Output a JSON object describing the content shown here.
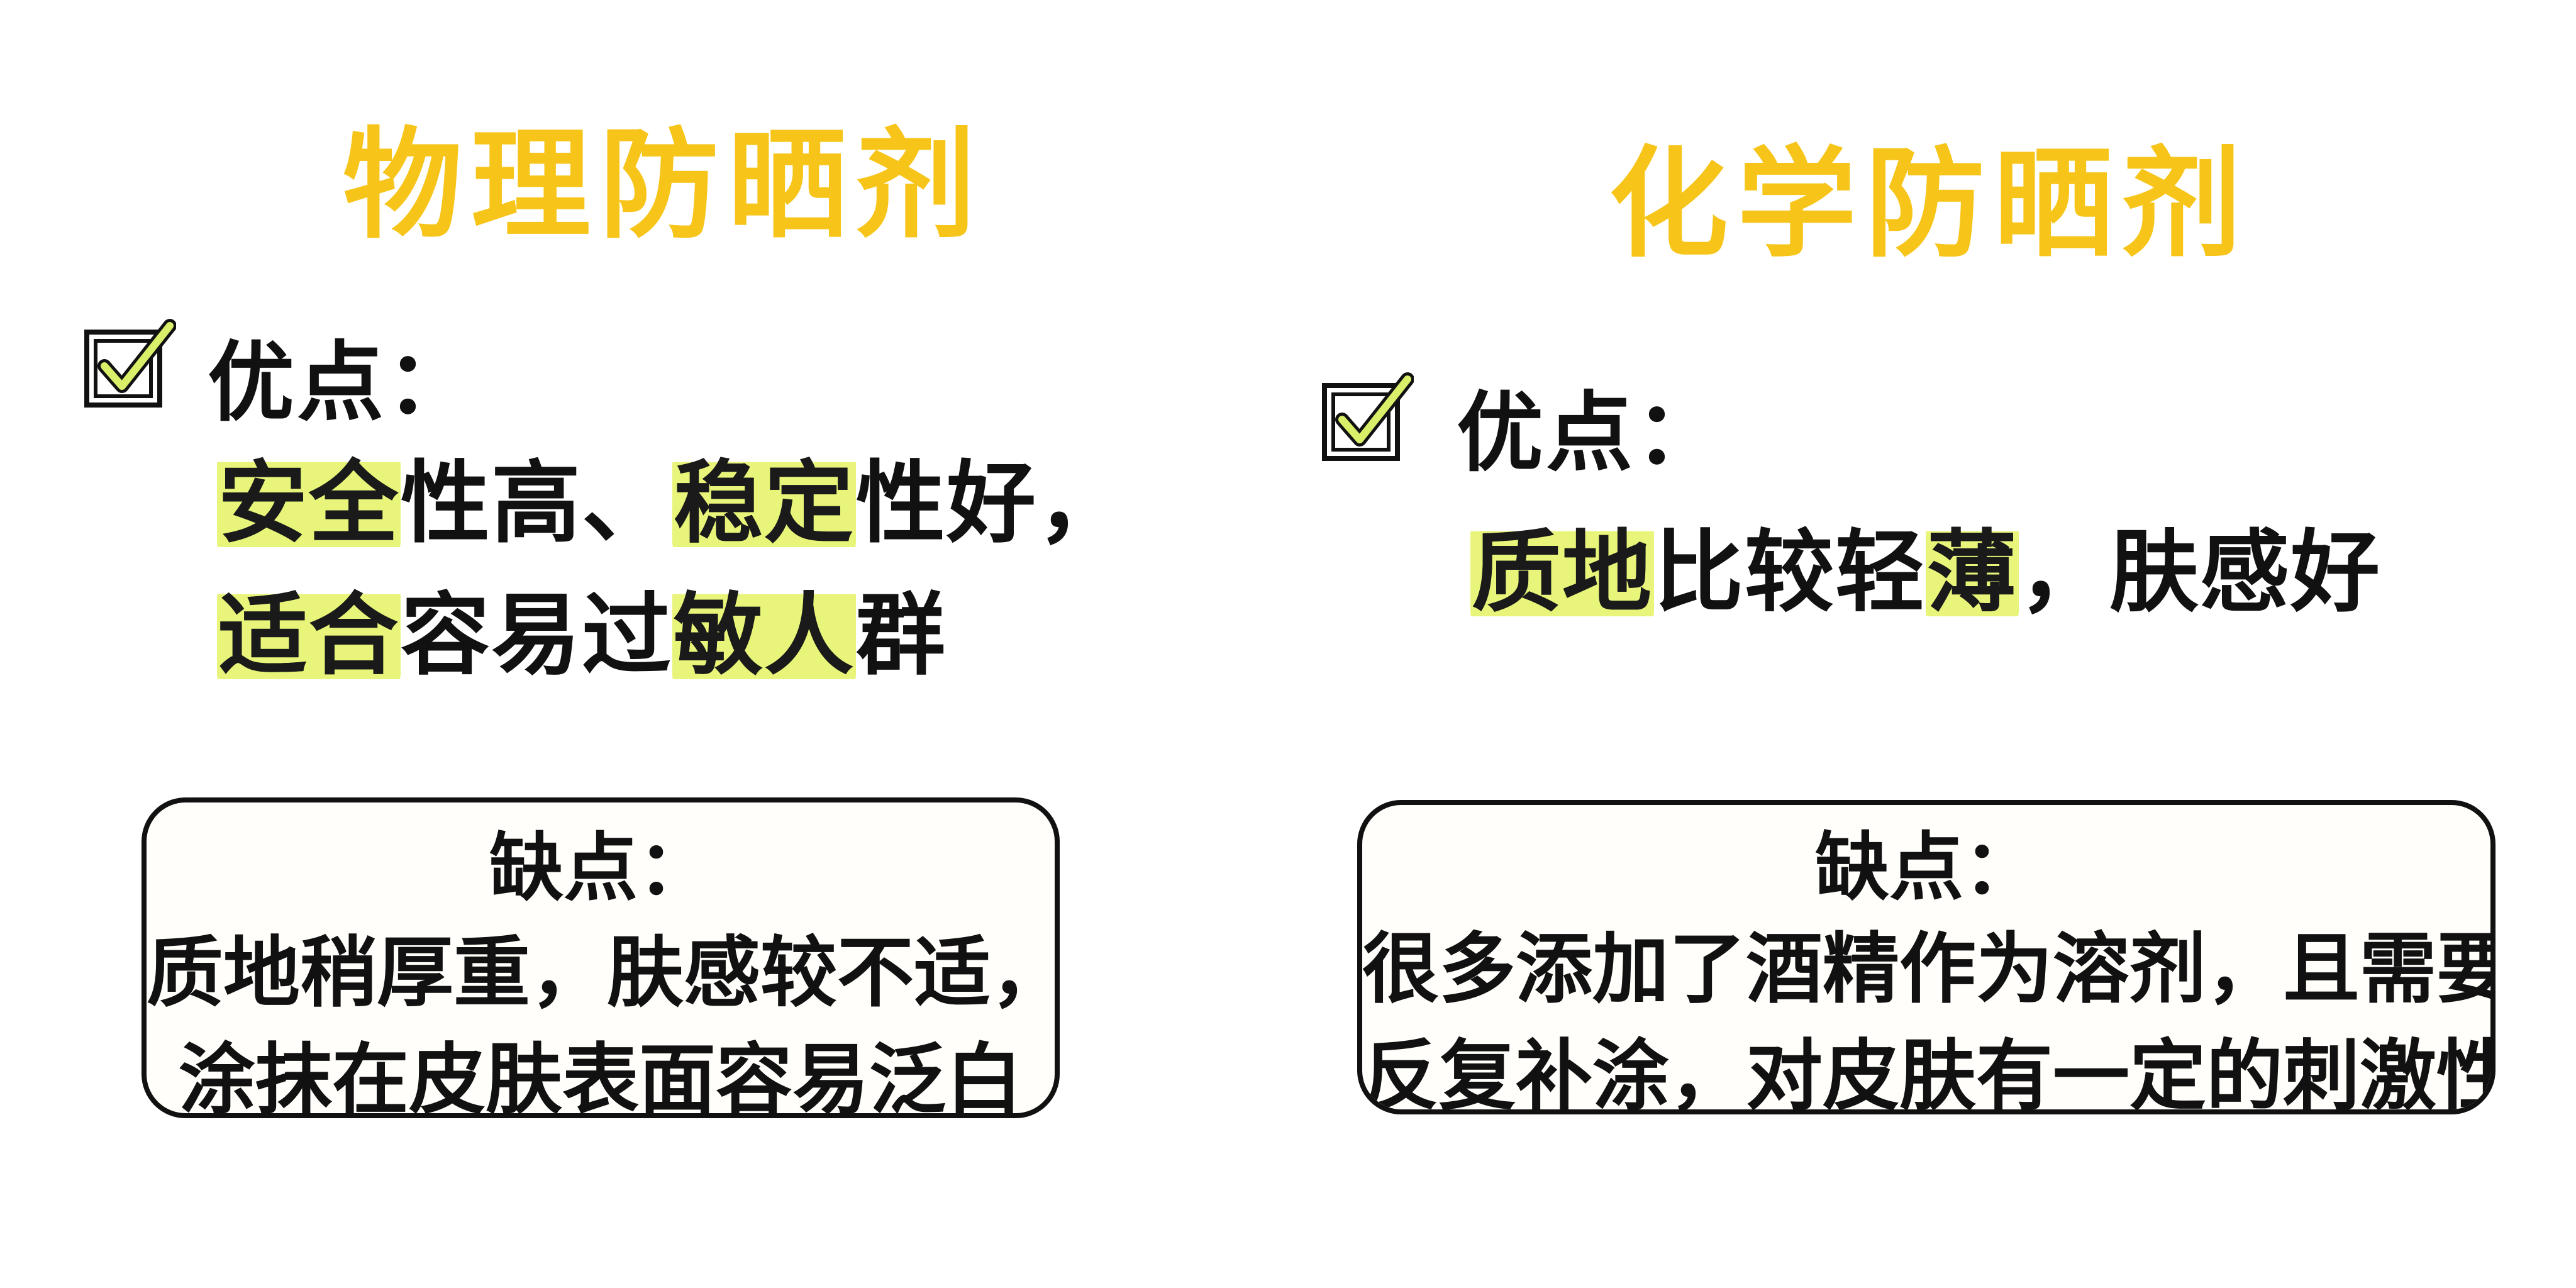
{
  "colors": {
    "title": "#f7c51a",
    "highlight": "#e8f57a",
    "checkmark": "#d9ef6a",
    "ink": "#111111"
  },
  "left": {
    "title": "物理防晒剂",
    "pros_label": "优点：",
    "pros_lines": [
      "安全性高、稳定性好，",
      "适合容易过敏人群"
    ],
    "pros_highlights": [
      [
        "安全",
        "性高、",
        "稳定",
        "性好，"
      ],
      [
        "适合",
        "容易过",
        "敏人",
        "群"
      ]
    ],
    "cons_label": "缺点：",
    "cons_lines": [
      "质地稍厚重，肤感较不适，",
      "涂抹在皮肤表面容易泛白"
    ]
  },
  "right": {
    "title": "化学防晒剂",
    "pros_label": "优点：",
    "pros_lines": [
      "质地比较轻薄，肤感好"
    ],
    "pros_highlights": [
      [
        "质地",
        "比较轻",
        "薄",
        "，肤感好"
      ]
    ],
    "cons_label": "缺点：",
    "cons_lines": [
      "很多添加了酒精作为溶剂，且需要",
      "反复补涂，对皮肤有一定的刺激性"
    ]
  },
  "icons": {
    "checkbox": "checked-checkbox-icon"
  }
}
